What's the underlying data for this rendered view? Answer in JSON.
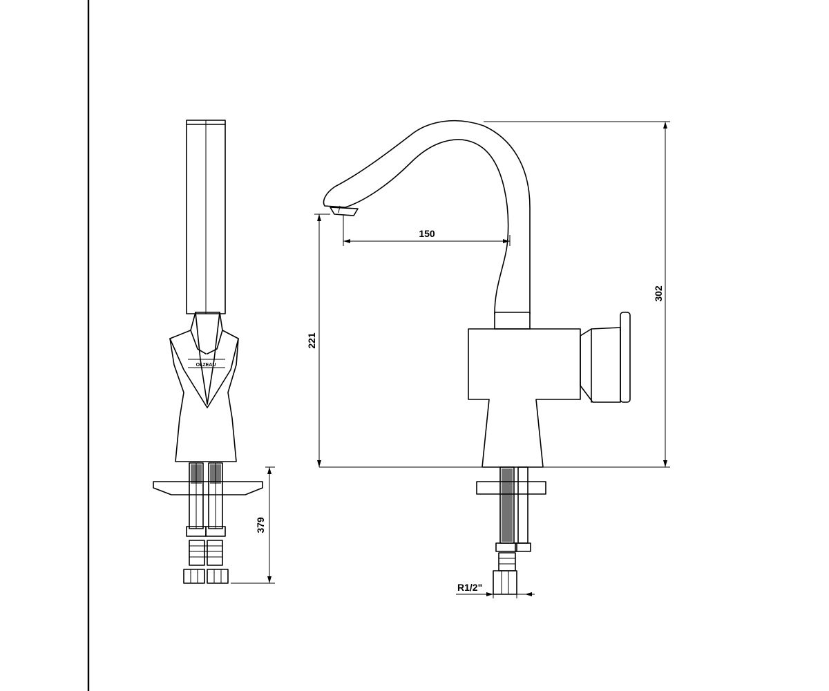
{
  "dimensions": {
    "spout_reach": "150",
    "spout_height": "221",
    "total_height": "302",
    "hose_length": "379",
    "thread": "R1/2\""
  },
  "logo_text": "OLZEAU",
  "colors": {
    "line": "#000000",
    "background": "#ffffff"
  }
}
